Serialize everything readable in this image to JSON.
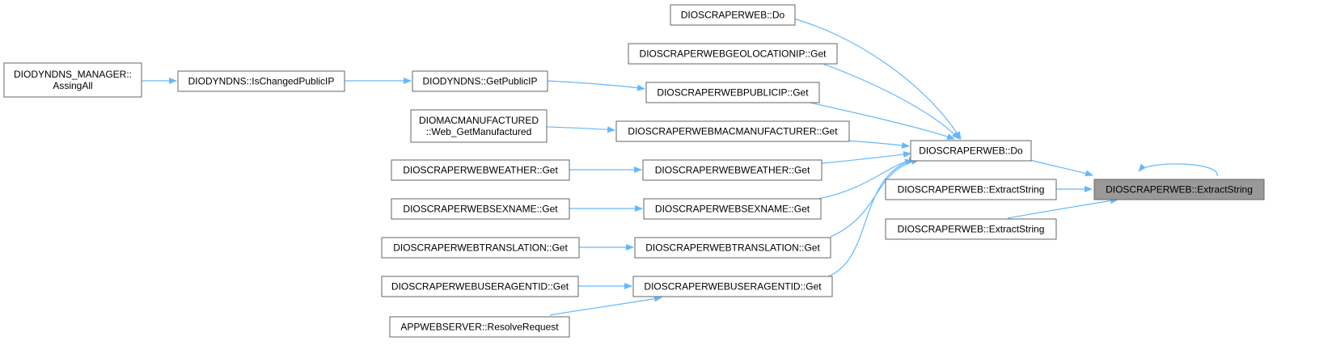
{
  "diagram": {
    "edge_color": "#63b8ff",
    "node_border_color": "#666666",
    "focus_fill_color": "#999999",
    "nodes": [
      {
        "id": "focus",
        "lines": [
          "DIOSCRAPERWEB::ExtractString"
        ],
        "focus": true
      },
      {
        "id": "do_main",
        "lines": [
          "DIOSCRAPERWEB::Do"
        ]
      },
      {
        "id": "extract1",
        "lines": [
          "DIOSCRAPERWEB::ExtractString"
        ]
      },
      {
        "id": "extract2",
        "lines": [
          "DIOSCRAPERWEB::ExtractString"
        ]
      },
      {
        "id": "do_top",
        "lines": [
          "DIOSCRAPERWEB::Do"
        ]
      },
      {
        "id": "geoip",
        "lines": [
          "DIOSCRAPERWEBGEOLOCATIONIP::Get"
        ]
      },
      {
        "id": "publicip",
        "lines": [
          "DIOSCRAPERWEBPUBLICIP::Get"
        ]
      },
      {
        "id": "macmanu",
        "lines": [
          "DIOSCRAPERWEBMACMANUFACTURER::Get"
        ]
      },
      {
        "id": "weather",
        "lines": [
          "DIOSCRAPERWEBWEATHER::Get"
        ]
      },
      {
        "id": "sexname",
        "lines": [
          "DIOSCRAPERWEBSEXNAME::Get"
        ]
      },
      {
        "id": "translation",
        "lines": [
          "DIOSCRAPERWEBTRANSLATION::Get"
        ]
      },
      {
        "id": "useragent",
        "lines": [
          "DIOSCRAPERWEBUSERAGENTID::Get"
        ]
      },
      {
        "id": "getpublicip",
        "lines": [
          "DIODYNDNS::GetPublicIP"
        ]
      },
      {
        "id": "ischanged",
        "lines": [
          "DIODYNDNS::IsChangedPublicIP"
        ]
      },
      {
        "id": "assingall",
        "lines": [
          "DIODYNDNS_MANAGER::",
          "AssingAll"
        ]
      },
      {
        "id": "macmanufactured",
        "lines": [
          "DIOMACMANUFACTURED",
          "::Web_GetManufactured"
        ]
      },
      {
        "id": "weather_wrap",
        "lines": [
          "DIOSCRAPERWEBWEATHER::Get"
        ]
      },
      {
        "id": "sexname_wrap",
        "lines": [
          "DIOSCRAPERWEBSEXNAME::Get"
        ]
      },
      {
        "id": "translation_wrap",
        "lines": [
          "DIOSCRAPERWEBTRANSLATION::Get"
        ]
      },
      {
        "id": "useragent_wrap",
        "lines": [
          "DIOSCRAPERWEBUSERAGENTID::Get"
        ]
      },
      {
        "id": "resolverequest",
        "lines": [
          "APPWEBSERVER::ResolveRequest"
        ]
      }
    ]
  }
}
